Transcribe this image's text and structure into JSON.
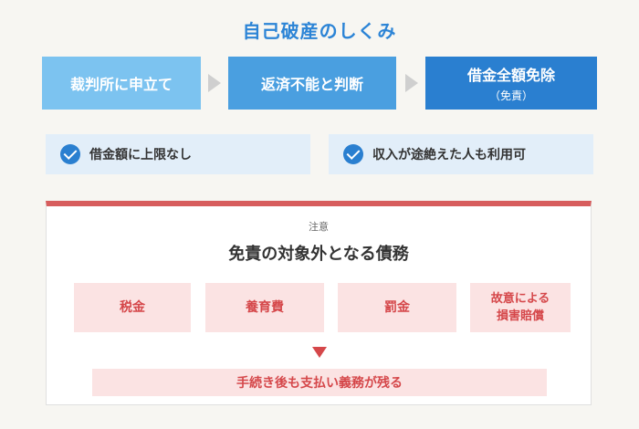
{
  "title": "自己破産のしくみ",
  "steps": [
    {
      "label": "裁判所に申立て",
      "sub": ""
    },
    {
      "label": "返済不能と判断",
      "sub": ""
    },
    {
      "label": "借金全額免除",
      "sub": "（免責）"
    }
  ],
  "checks": [
    {
      "label": "借金額に上限なし"
    },
    {
      "label": "収入が途絶えた人も利用可"
    }
  ],
  "notice": {
    "label": "注意",
    "heading": "免責の対象外となる債務",
    "items": [
      "税金",
      "養育費",
      "罰金"
    ],
    "item4_line1": "故意による",
    "item4_line2": "損害賠償",
    "result": "手続き後も支払い義務が残る"
  },
  "colors": {
    "title": "#2c84d6",
    "step1": "#7cc3f0",
    "step2": "#4a9fe0",
    "step3": "#2a7fd0",
    "check_bg": "#e2eef9",
    "notice_border": "#d75d5d",
    "warning_bg": "#fbe3e3",
    "warning_text": "#d5474a"
  }
}
